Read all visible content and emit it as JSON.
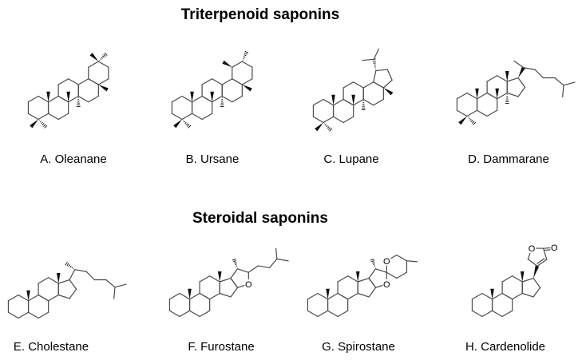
{
  "sections": [
    {
      "title": "Triterpenoid saponins",
      "structures": [
        {
          "label": "A. Oleanane"
        },
        {
          "label": "B. Ursane"
        },
        {
          "label": "C. Lupane"
        },
        {
          "label": "D. Dammarane"
        }
      ]
    },
    {
      "title": "Steroidal saponins",
      "structures": [
        {
          "label": "E. Cholestane"
        },
        {
          "label": "F. Furostane"
        },
        {
          "label": "G. Spirostane"
        },
        {
          "label": "H. Cardenolide"
        }
      ]
    }
  ],
  "atom_labels": {
    "oxygen": "O"
  },
  "colors": {
    "bond": "#4a4a4a",
    "text": "#000000"
  }
}
